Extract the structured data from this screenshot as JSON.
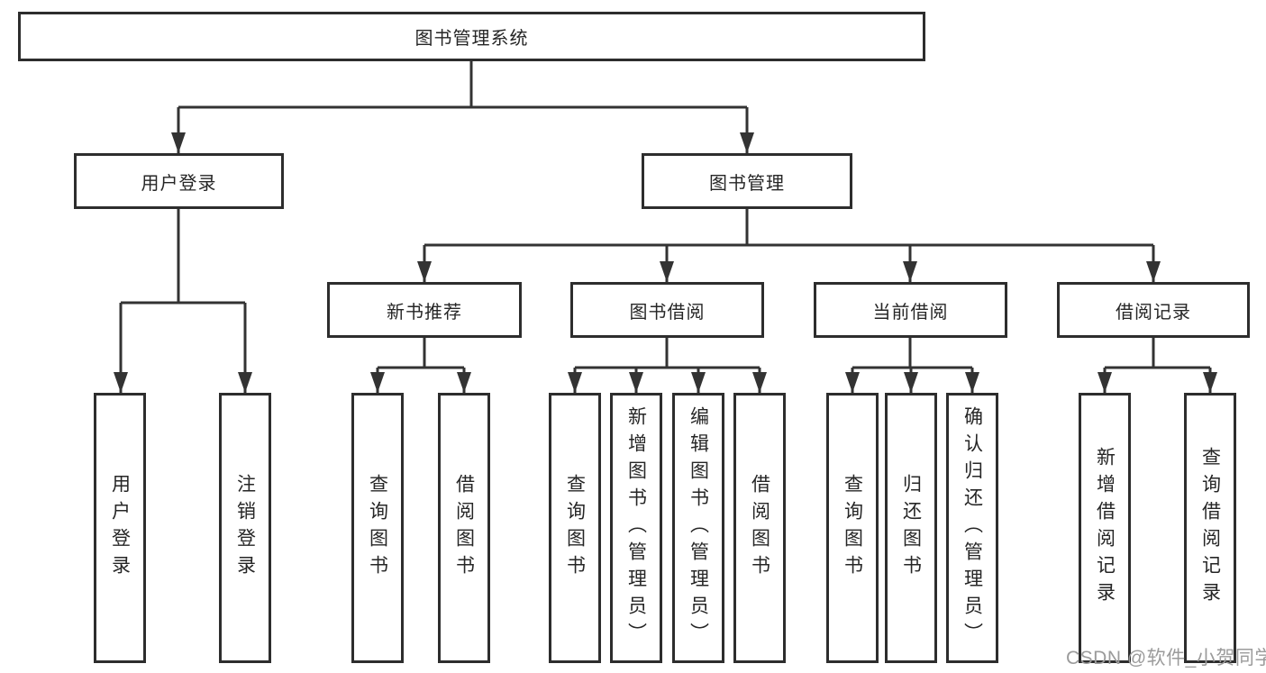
{
  "diagram": {
    "watermark": "CSDN @软件_小贺同学",
    "colors": {
      "line": "#333333",
      "box_border": "#2d2d2d",
      "box_fill": "#ffffff",
      "text": "#262626",
      "watermark": "#9b9b9b",
      "background": "#ffffff"
    },
    "tree": {
      "label": "图书管理系统",
      "children": [
        {
          "label": "用户登录",
          "children": [
            {
              "label": "用户登录"
            },
            {
              "label": "注销登录"
            }
          ]
        },
        {
          "label": "图书管理",
          "children": [
            {
              "label": "新书推荐",
              "children": [
                {
                  "label": "查询图书"
                },
                {
                  "label": "借阅图书"
                }
              ]
            },
            {
              "label": "图书借阅",
              "children": [
                {
                  "label": "查询图书"
                },
                {
                  "label": "新增图书（管理员）"
                },
                {
                  "label": "编辑图书（管理员）"
                },
                {
                  "label": "借阅图书"
                }
              ]
            },
            {
              "label": "当前借阅",
              "children": [
                {
                  "label": "查询图书"
                },
                {
                  "label": "归还图书"
                },
                {
                  "label": "确认归还（管理员）"
                }
              ]
            },
            {
              "label": "借阅记录",
              "children": [
                {
                  "label": "新增借阅记录"
                },
                {
                  "label": "查询借阅记录"
                }
              ]
            }
          ]
        }
      ]
    }
  }
}
